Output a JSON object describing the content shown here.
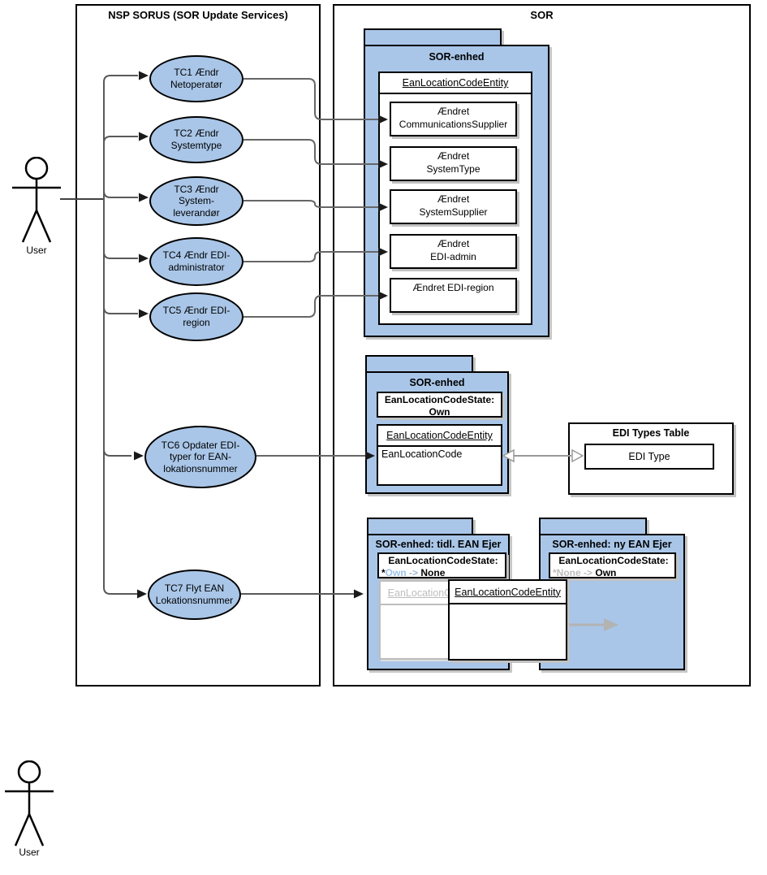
{
  "diagram": {
    "actor_top_label": "User",
    "actor_bottom_label": "User",
    "nsp": {
      "title": "NSP SORUS (SOR Update Services)",
      "use_cases": [
        {
          "label": "TC1 Ændr\nNetoperatør"
        },
        {
          "label": "TC2 Ændr\nSystemtype"
        },
        {
          "label": "TC3 Ændr\nSystem-\nleverandør"
        },
        {
          "label": "TC4 Ændr EDI-\nadministrator"
        },
        {
          "label": "TC5 Ændr EDI-\nregion"
        },
        {
          "label": "TC6 Opdater EDI-\ntyper for EAN-\nlokationsnummer"
        },
        {
          "label": "TC7 Flyt EAN\nLokationsnummer"
        }
      ]
    },
    "sor": {
      "title": "SOR",
      "update_package": {
        "title": "SOR-enhed",
        "entity": "EanLocationCodeEntity",
        "events": [
          "Ændret\nCommunicationsSupplier",
          "Ændret\nSystemType",
          "Ændret\nSystemSupplier",
          "Ændret\nEDI-admin",
          "Ændret EDI-region"
        ]
      },
      "edi_package": {
        "title": "SOR-enhed",
        "state_title": "EanLocationCodeState:",
        "state_value": "Own",
        "entity": "EanLocationCodeEntity",
        "attribute": "EanLocationCode"
      },
      "edi_types_table": {
        "title": "EDI Types Table",
        "item": "EDI Type"
      },
      "old_owner_package": {
        "title": "SOR-enhed: tidl. EAN Ejer",
        "state_title": "EanLocationCodeState:",
        "state_star": "*",
        "state_from": "Own",
        "state_arrow": "->",
        "state_to": "None",
        "ghost_entity": "EanLocationCodeEntity"
      },
      "new_owner_package": {
        "title": "SOR-enhed: ny EAN Ejer",
        "state_title": "EanLocationCodeState:",
        "state_star": "*",
        "state_from": "None",
        "state_arrow": "->",
        "state_to": "Own"
      },
      "moved_entity": "EanLocationCodeEntity"
    },
    "colors": {
      "shape_fill": "#a9c6e8",
      "shape_stroke": "#000000",
      "connector": "#595959",
      "muted_gray": "#bdbdbd",
      "highlight_blue": "#9cc3e6",
      "shadow": "#c2c2c2"
    }
  }
}
